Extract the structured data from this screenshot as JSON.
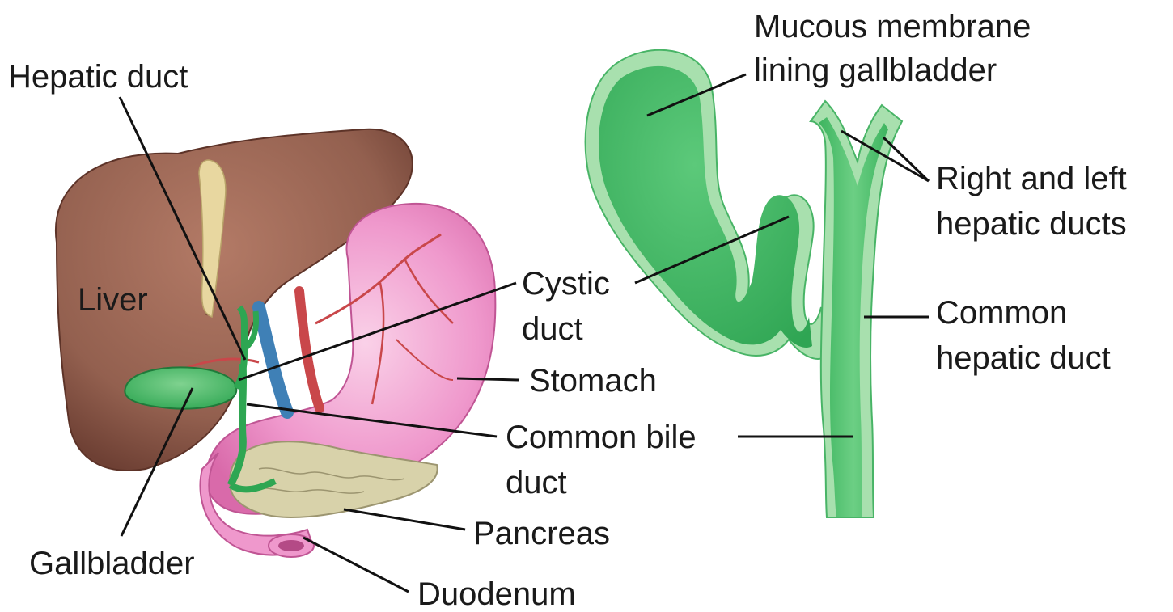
{
  "labels": {
    "hepatic_duct": "Hepatic duct",
    "liver": "Liver",
    "gallbladder": "Gallbladder",
    "cystic_duct_line1": "Cystic",
    "cystic_duct_line2": "duct",
    "stomach": "Stomach",
    "common_bile_duct_line1": "Common bile",
    "common_bile_duct_line2": "duct",
    "pancreas": "Pancreas",
    "duodenum": "Duodenum",
    "mucous_membrane_line1": "Mucous membrane",
    "mucous_membrane_line2": "lining gallbladder",
    "right_left_hepatic_line1": "Right and left",
    "right_left_hepatic_line2": "hepatic ducts",
    "common_hepatic_line1": "Common",
    "common_hepatic_line2": "hepatic duct"
  },
  "colors": {
    "liver": "#93604f",
    "liver_dark": "#6e4034",
    "stomach": "#ec8cc6",
    "stomach_light": "#f6b8dc",
    "pancreas": "#d8d2aa",
    "gallbladder": "#3aba5e",
    "gallbladder_light": "#a8e0ae",
    "vein": "#3f80b6",
    "artery": "#c9474a",
    "ligament": "#e8d7a0",
    "leader_line": "#111111"
  }
}
